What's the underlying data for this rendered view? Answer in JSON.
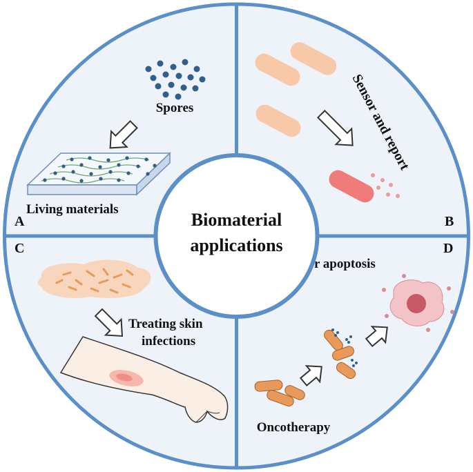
{
  "center": {
    "line1": "Biomaterial",
    "line2": "applications"
  },
  "quadrants": {
    "A": {
      "letter": "A",
      "top_label": "Spores",
      "bottom_label": "Living materials"
    },
    "B": {
      "letter": "B",
      "label": "Sensor and report"
    },
    "C": {
      "letter": "C",
      "label_line1": "Treating skin",
      "label_line2": "infections"
    },
    "D": {
      "letter": "D",
      "top_label": "Tumor apoptosis",
      "bottom_label": "Oncotherapy"
    }
  },
  "colors": {
    "ring": "#5b8fc7",
    "panel_fill": "#eef3f9",
    "spore": "#2f5f8a",
    "bacteria_light": "#f7c9a8",
    "bacteria_red": "#ef7b7b",
    "bacteria_orange": "#e89a5a",
    "tumor": "#e8a0a8",
    "skin": "#fbeee4"
  }
}
